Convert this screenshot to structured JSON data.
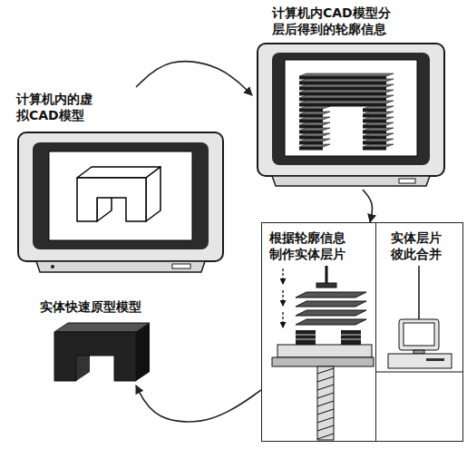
{
  "diagram": {
    "nodes": [
      {
        "text": [
          "计算机内的虚拟CAD模型"
        ]
      },
      {
        "text": [
          "计算机内CAD模型分层后得到的轮廓信息"
        ]
      },
      {
        "text": [
          "根据轮廓信息制作实体层片"
        ]
      },
      {
        "text": [
          "实体层片彼此合并"
        ]
      },
      {
        "text": [
          "实体快速原型模型"
        ]
      }
    ],
    "edges": [
      {
        "from": 0,
        "to": 1,
        "arrow": "to"
      },
      {
        "from": 1,
        "to": 2,
        "arrow": "to"
      },
      {
        "from": 2,
        "to": 4,
        "arrow": "to"
      }
    ]
  }
}
